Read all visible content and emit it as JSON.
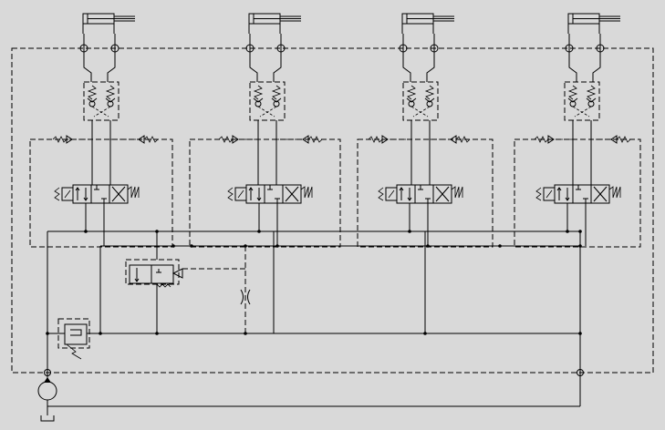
{
  "diagram": {
    "kind": "hydraulic circuit",
    "colors": {
      "background": "#d9d9d9",
      "line": "#000000"
    },
    "units": [
      {
        "id": "1",
        "components": [
          "double-acting-cylinder",
          "pilot-operated-check-valve-pair",
          "4-3-directional-valve-solenoid-spring-centered"
        ]
      },
      {
        "id": "2",
        "components": [
          "double-acting-cylinder",
          "pilot-operated-check-valve-pair",
          "4-3-directional-valve-solenoid-spring-centered"
        ]
      },
      {
        "id": "3",
        "components": [
          "double-acting-cylinder",
          "pilot-operated-check-valve-pair",
          "4-3-directional-valve-solenoid-spring-centered"
        ]
      },
      {
        "id": "4",
        "components": [
          "double-acting-cylinder",
          "pilot-operated-check-valve-pair",
          "4-3-directional-valve-solenoid-spring-centered"
        ]
      }
    ],
    "shared_components": [
      "hydraulic-pump",
      "pressure-relief-valve",
      "2-2-unloading-valve",
      "adjustable-throttle",
      "tank"
    ]
  }
}
